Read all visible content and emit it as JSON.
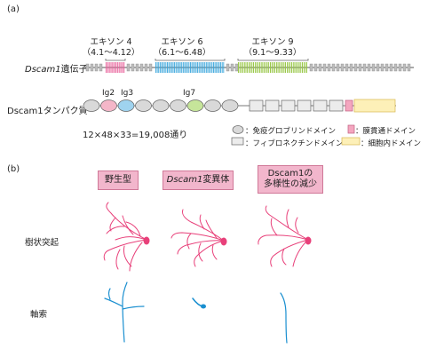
{
  "panel_a_label": "(a)",
  "panel_b_label": "(b)",
  "exons": [
    {
      "name": "エキソン 4",
      "range": "（4.1～4.12）",
      "color": "#e8609a"
    },
    {
      "name": "エキソン 6",
      "range": "（6.1～6.48）",
      "color": "#3aa6dc"
    },
    {
      "name": "エキソン 9",
      "range": "（9.1～9.33）",
      "color": "#9ac84a"
    }
  ],
  "gene_label_italic": "Dscam1",
  "gene_label_suffix": "遺伝子",
  "protein_label": "Dscam1タンパク質",
  "ig_labels": [
    "Ig2",
    "Ig3",
    "Ig7"
  ],
  "formula": "12×48×33=19,008通り",
  "legend": {
    "ig": "：免疫グロブリンドメイン",
    "fn": "：フィブロネクチンドメイン",
    "tm": "：膜貫通ドメイン",
    "cyto": "：細胞内ドメイン"
  },
  "conditions": {
    "wt": "野生型",
    "mut_italic": "Dscam1",
    "mut_suffix": "変異体",
    "reduced_line1": "Dscam1の",
    "reduced_line2": "多様性の減少"
  },
  "row_labels": {
    "dendrite": "樹状突起",
    "axon": "軸索"
  },
  "colors": {
    "ig_fill": "#d9d9d9",
    "fn_fill": "#ececec",
    "tm_fill": "#f4a6bf",
    "cyto_fill": "#fdf0b8",
    "dendrite": "#e8407a",
    "axon": "#1a8fd0"
  }
}
